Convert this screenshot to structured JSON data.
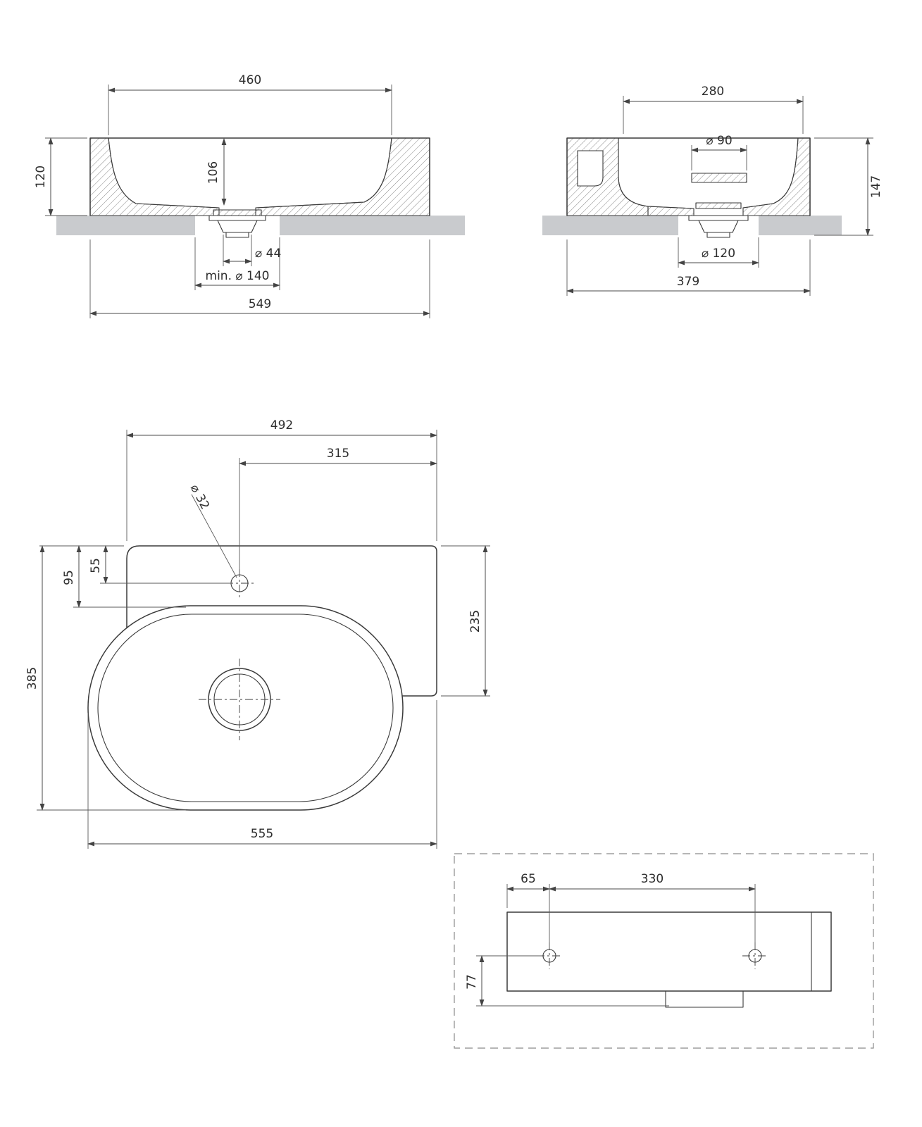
{
  "dims": {
    "front": {
      "inner_width": "460",
      "height": "120",
      "bowl_depth": "106",
      "drain_diameter": "⌀ 44",
      "min_hole_diameter": "min. ⌀ 140",
      "overall_width": "549"
    },
    "side": {
      "inner_depth": "280",
      "overflow_diameter": "⌀ 90",
      "height": "147",
      "hole_diameter": "⌀ 120",
      "overall_depth": "379"
    },
    "plan": {
      "deck_width": "492",
      "tap_offset": "315",
      "tap_hole_diameter": "⌀ 32",
      "tap_from_edge": "55",
      "bowl_from_edge": "95",
      "overall_depth": "385",
      "shelf_depth": "235",
      "overall_width": "555"
    },
    "rear": {
      "hole_edge_offset": "65",
      "hole_spacing": "330",
      "hole_bottom_offset": "77"
    }
  },
  "colors": {
    "countertop": "#c9cbce",
    "line": "#3a3a3a"
  }
}
